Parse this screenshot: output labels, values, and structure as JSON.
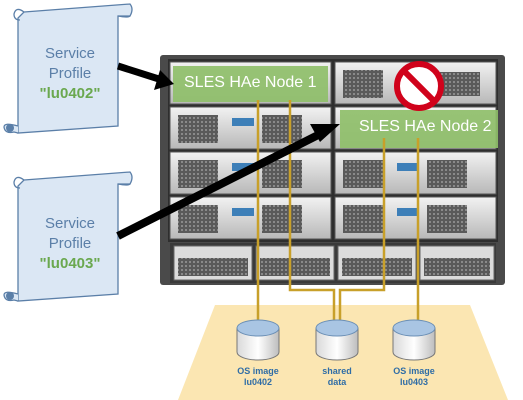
{
  "profiles": [
    {
      "line1": "Service",
      "line2": "Profile",
      "id": "\"lu0402\""
    },
    {
      "line1": "Service",
      "line2": "Profile",
      "id": "\"lu0403\""
    }
  ],
  "nodes": [
    {
      "label": "SLES HAe Node 1"
    },
    {
      "label": "SLES HAe Node 2"
    }
  ],
  "disks": [
    {
      "line1": "OS image",
      "line2": "lu0402"
    },
    {
      "line1": "shared",
      "line2": "data"
    },
    {
      "line1": "OS image",
      "line2": "lu0403"
    }
  ],
  "colors": {
    "scroll_fill": "#dbe7f4",
    "scroll_stroke": "#5b7fa8",
    "profile_id": "#6aa84f",
    "node_panel": "#8fbf6a",
    "cable": "#c8a02a",
    "storage_area": "#fbe6b2",
    "prohibited": "#d0021b",
    "disk_label": "#2f6da6"
  },
  "icons": [
    "prohibited-icon",
    "pointer-arrow-icon",
    "disk-icon"
  ]
}
